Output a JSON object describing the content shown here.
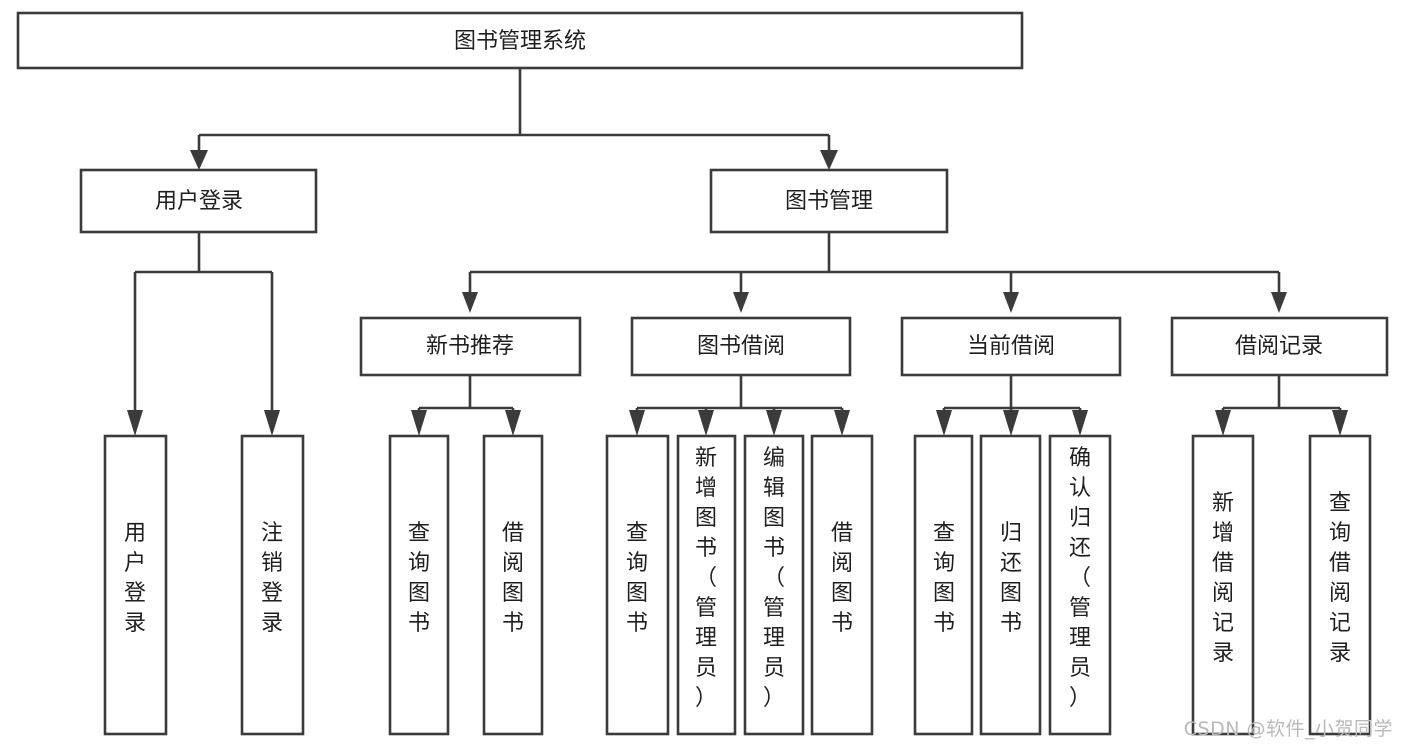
{
  "diagram": {
    "title": "图书管理系统",
    "type": "tree-hierarchy-chart",
    "orientation": "top-down",
    "colors": {
      "box_fill": "#ffffff",
      "box_stroke": "#3b3b3b",
      "text": "#1f1f1f",
      "background": "#ffffff",
      "watermark": "#b9b9b9"
    },
    "levels": {
      "root": {
        "label": "图书管理系统"
      },
      "level2": [
        {
          "id": "user-login",
          "label": "用户登录"
        },
        {
          "id": "book-management",
          "label": "图书管理"
        }
      ],
      "level3": [
        {
          "id": "new-book-recommend",
          "label": "新书推荐",
          "parent": "book-management"
        },
        {
          "id": "book-borrow",
          "label": "图书借阅",
          "parent": "book-management"
        },
        {
          "id": "current-borrow",
          "label": "当前借阅",
          "parent": "book-management"
        },
        {
          "id": "borrow-record",
          "label": "借阅记录",
          "parent": "book-management"
        }
      ],
      "leaves": [
        {
          "id": "leaf-user-login",
          "label": "用户登录",
          "parent": "user-login"
        },
        {
          "id": "leaf-logout-login",
          "label": "注销登录",
          "parent": "user-login"
        },
        {
          "id": "leaf-query-book-1",
          "label": "查询图书",
          "parent": "new-book-recommend"
        },
        {
          "id": "leaf-borrow-book-1",
          "label": "借阅图书",
          "parent": "new-book-recommend"
        },
        {
          "id": "leaf-query-book-2",
          "label": "查询图书",
          "parent": "book-borrow"
        },
        {
          "id": "leaf-add-book",
          "label": "新增图书（管理员）",
          "parent": "book-borrow"
        },
        {
          "id": "leaf-edit-book",
          "label": "编辑图书（管理员）",
          "parent": "book-borrow"
        },
        {
          "id": "leaf-borrow-book-2",
          "label": "借阅图书",
          "parent": "book-borrow"
        },
        {
          "id": "leaf-query-book-3",
          "label": "查询图书",
          "parent": "current-borrow"
        },
        {
          "id": "leaf-return-book",
          "label": "归还图书",
          "parent": "current-borrow"
        },
        {
          "id": "leaf-confirm-return",
          "label": "确认归还（管理员）",
          "parent": "current-borrow"
        },
        {
          "id": "leaf-add-record",
          "label": "新增借阅记录",
          "parent": "borrow-record"
        },
        {
          "id": "leaf-query-record",
          "label": "查询借阅记录",
          "parent": "borrow-record"
        }
      ]
    },
    "watermark": "CSDN @软件_小贺同学"
  }
}
